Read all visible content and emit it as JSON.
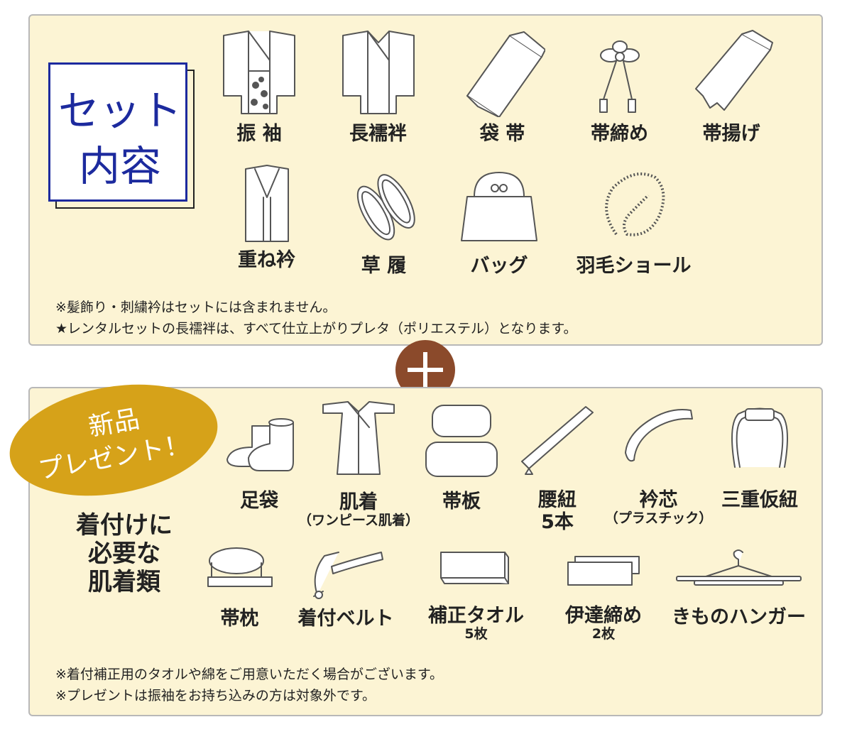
{
  "set_section": {
    "title_line1": "セット",
    "title_line2": "内容",
    "items": [
      {
        "label": "振 袖",
        "icon": "furisode-icon"
      },
      {
        "label": "長襦袢",
        "icon": "nagajuban-icon"
      },
      {
        "label": "袋 帯",
        "icon": "fukuro-obi-icon"
      },
      {
        "label": "帯締め",
        "icon": "obijime-icon"
      },
      {
        "label": "帯揚げ",
        "icon": "obiage-icon"
      },
      {
        "label": "重ね衿",
        "icon": "kasane-eri-icon"
      },
      {
        "label": "草 履",
        "icon": "zori-icon"
      },
      {
        "label": "バッグ",
        "icon": "bag-icon"
      },
      {
        "label": "羽毛ショール",
        "icon": "feather-shawl-icon"
      }
    ],
    "notes": [
      "※髪飾り・刺繍衿はセットには含まれません。",
      "★レンタルセットの長襦袢は、すべて仕立上がりプレタ（ポリエステル）となります。"
    ]
  },
  "gift_section": {
    "badge_line1": "新品",
    "badge_line2": "プレゼント！",
    "heading_line1": "着付けに",
    "heading_line2": "必要な",
    "heading_line3": "肌着類",
    "items": [
      {
        "label": "足袋",
        "sub": "",
        "icon": "tabi-icon"
      },
      {
        "label": "肌着",
        "sub": "（ワンピース肌着）",
        "icon": "hadagi-icon"
      },
      {
        "label": "帯板",
        "sub": "",
        "icon": "obi-ita-icon"
      },
      {
        "label": "腰紐",
        "sub": "5本",
        "icon": "koshihimo-icon"
      },
      {
        "label": "衿芯",
        "sub": "（プラスチック）",
        "icon": "eri-shin-icon"
      },
      {
        "label": "三重仮紐",
        "sub": "",
        "icon": "sanju-karihimo-icon"
      },
      {
        "label": "帯枕",
        "sub": "",
        "icon": "obi-makura-icon"
      },
      {
        "label": "着付ベルト",
        "sub": "",
        "icon": "kitsuke-belt-icon"
      },
      {
        "label": "補正タオル",
        "sub": "5枚",
        "icon": "towel-icon"
      },
      {
        "label": "伊達締め",
        "sub": "2枚",
        "icon": "datejime-icon"
      },
      {
        "label": "きものハンガー",
        "sub": "",
        "icon": "kimono-hanger-icon"
      }
    ],
    "notes": [
      "※着付補正用のタオルや綿をご用意いただく場合がございます。",
      "※プレゼントは振袖をお持ち込みの方は対象外です。"
    ]
  },
  "colors": {
    "panel_bg": "#fcf4d4",
    "set_title": "#1c2a9e",
    "plus_circle": "#8b4a2b",
    "badge": "#d6a219"
  }
}
